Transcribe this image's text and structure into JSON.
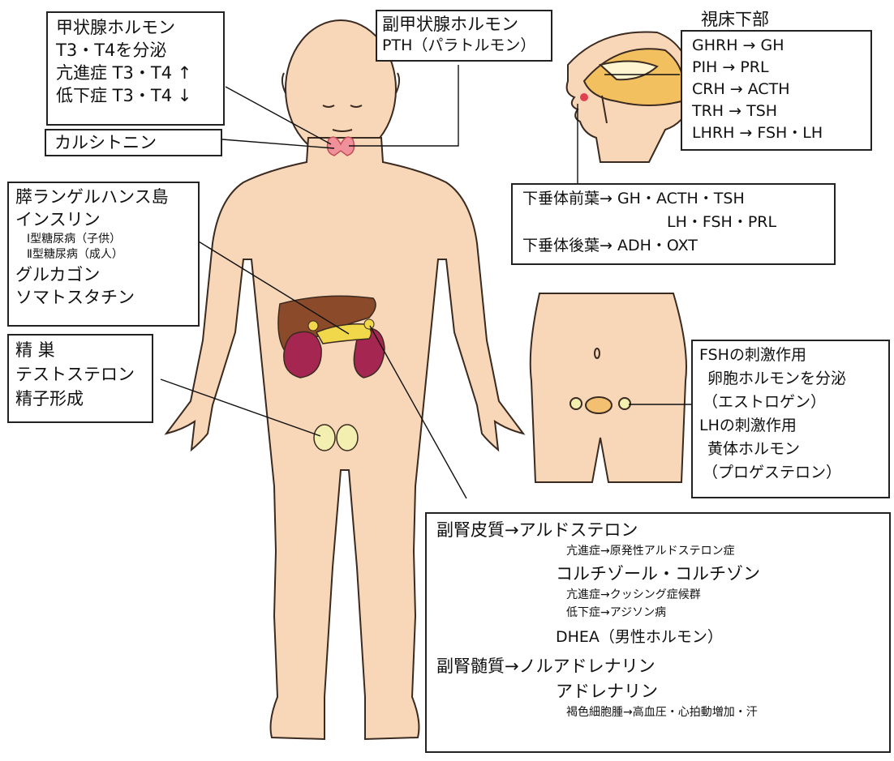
{
  "thyroid_box": {
    "lines": [
      "甲状腺ホルモン",
      "T3・T4を分泌",
      "亢進症 T3・T4 ↑",
      "低下症 T3・T4 ↓"
    ]
  },
  "calcitonin_box": {
    "label": "カルシトニン"
  },
  "parathyroid_box": {
    "lines": [
      "副甲状腺ホルモン",
      "PTH（パラトルモン）"
    ]
  },
  "hypothalamus": {
    "title": "視床下部",
    "lines": [
      "GHRH → GH",
      "PIH → PRL",
      "CRH → ACTH",
      "TRH → TSH",
      "LHRH → FSH・LH"
    ]
  },
  "pituitary_box": {
    "lines": [
      "下垂体前葉→ GH・ACTH・TSH",
      "LH・FSH・PRL",
      "下垂体後葉→ ADH・OXT"
    ]
  },
  "pancreas_box": {
    "lines": [
      "膵ランゲルハンス島",
      "インスリン",
      "Ⅰ型糖尿病（子供）",
      "Ⅱ型糖尿病（成人）",
      "グルカゴン",
      "ソマトスタチン"
    ]
  },
  "testis_box": {
    "lines": [
      "精 巣",
      "テストステロン",
      "精子形成"
    ]
  },
  "ovary_box": {
    "lines": [
      "FSHの刺激作用",
      "卵胞ホルモンを分泌",
      "（エストロゲン）",
      "LHの刺激作用",
      "黄体ホルモン",
      "（プロゲステロン）"
    ]
  },
  "adrenal_box": {
    "lines": [
      "副腎皮質→アルドステロン",
      "亢進症→原発性アルドステロン症",
      "コルチゾール・コルチゾン",
      "亢進症→クッシング症候群",
      "低下症→アジソン病",
      "DHEA（男性ホルモン）",
      "副腎髄質→ノルアドレナリン",
      "アドレナリン",
      "褐色細胞腫→高血圧・心拍動増加・汗"
    ]
  },
  "colors": {
    "skin": "#f8d6b8",
    "outline": "#3a2a20",
    "liver": "#8b4a2a",
    "kidney": "#a52650",
    "gland": "#f0d84a",
    "thyroid": "#f0909a"
  }
}
